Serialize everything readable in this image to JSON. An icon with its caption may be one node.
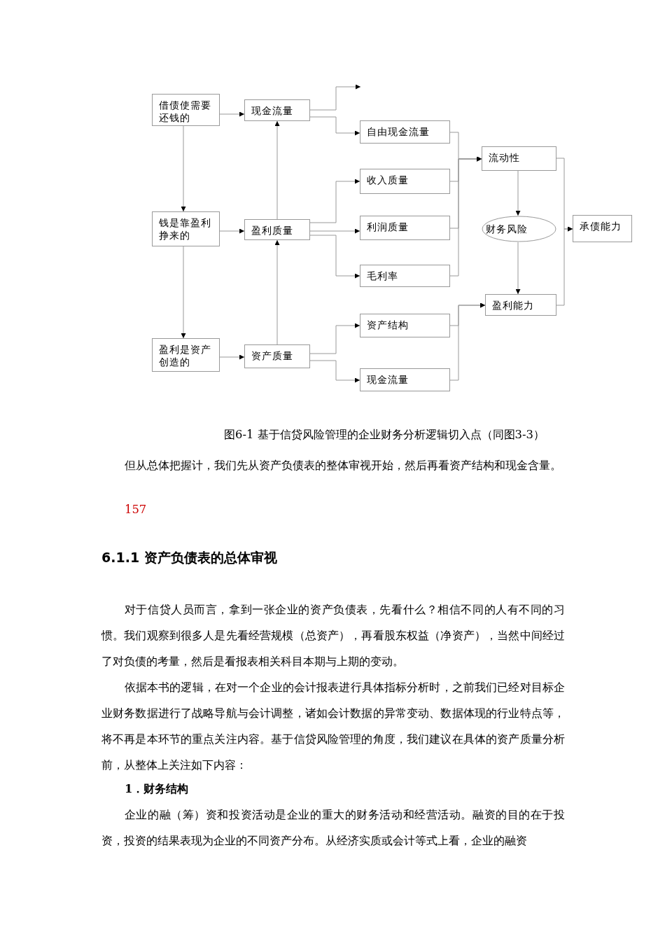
{
  "diagram": {
    "caption": "图6-1 基于信贷风险管理的企业财务分析逻辑切入点（同图3-3）",
    "nodes": [
      {
        "text": [
          "借债使需要还钱的"
        ]
      },
      {
        "text": [
          "现金流量"
        ]
      },
      {
        "text": [
          "自由现金流量"
        ]
      },
      {
        "text": [
          "钱是靠盈利挣来的"
        ]
      },
      {
        "text": [
          "盈利质量"
        ]
      },
      {
        "text": [
          "收入质量"
        ]
      },
      {
        "text": [
          "利润质量"
        ]
      },
      {
        "text": [
          "毛利率"
        ]
      },
      {
        "text": [
          "盈利是资产创造的"
        ]
      },
      {
        "text": [
          "资产质量"
        ]
      },
      {
        "text": [
          "资产结构"
        ]
      },
      {
        "text": [
          "现金流量"
        ]
      },
      {
        "text": [
          "流动性"
        ]
      },
      {
        "text": [
          "财务风险"
        ]
      },
      {
        "text": [
          "盈利能力"
        ]
      },
      {
        "text": [
          "承债能力"
        ]
      }
    ],
    "edges": [
      {
        "from": 0,
        "to": 1,
        "arrow": "to"
      },
      {
        "from": 0,
        "to": 3,
        "arrow": "to"
      },
      {
        "from": 3,
        "to": 8,
        "arrow": "to"
      },
      {
        "from": 3,
        "to": 4,
        "arrow": "to"
      },
      {
        "from": 8,
        "to": 9,
        "arrow": "to"
      },
      {
        "from": 4,
        "to": 1,
        "arrow": "to"
      },
      {
        "from": 9,
        "to": 4,
        "arrow": "to"
      },
      {
        "from": 1,
        "to": null,
        "arrow": "to"
      },
      {
        "from": 1,
        "to": 2,
        "arrow": "to"
      },
      {
        "from": 4,
        "to": 5,
        "arrow": "to"
      },
      {
        "from": 4,
        "to": 6,
        "arrow": "to"
      },
      {
        "from": 4,
        "to": 7,
        "arrow": "to"
      },
      {
        "from": 9,
        "to": 10,
        "arrow": "to"
      },
      {
        "from": 9,
        "to": 11,
        "arrow": "to"
      },
      {
        "from": 2,
        "to": 12,
        "arrow": "to"
      },
      {
        "from": 5,
        "to": 12,
        "arrow": "to"
      },
      {
        "from": 6,
        "to": 12,
        "arrow": "to"
      },
      {
        "from": 7,
        "to": 12,
        "arrow": "to"
      },
      {
        "from": 10,
        "to": 14,
        "arrow": "to"
      },
      {
        "from": 11,
        "to": 14,
        "arrow": "to"
      },
      {
        "from": 12,
        "to": 13,
        "arrow": "to"
      },
      {
        "from": 13,
        "to": 14,
        "arrow": "to"
      },
      {
        "from": 12,
        "to": 15,
        "arrow": "to"
      },
      {
        "from": 14,
        "to": 15,
        "arrow": "to"
      }
    ],
    "labels": [
      "但从总体把握计，我们先从资产负债表的整体审视开始，然后再看资产结构和现金含量。",
      "157",
      "6.1.1 资产负债表的总体审视",
      "对于信贷人员而言，拿到一张企业的资产负债表，先看什么？相信不同的人有不同的习惯。我们观察到很多人是先看经营规模（总资产），再看股东权益（净资产），当然中间经过了对负债的考量，然后是看报表相关科目本期与上期的变动。",
      "依据本书的逻辑，在对一个企业的会计报表进行具体指标分析时，之前我们已经对目标企业财务数据进行了战略导航与会计调整，诸如会计数据的异常变动、数据体现的行业特点等，将不再是本环节的重点关注内容。基于信贷风险管理的角度，我们建议在具体的资产质量分析前，从整体上关注如下内容：",
      "1．财务结构",
      "企业的融（筹）资和投资活动是企业的重大的财务活动和经营活动。融资的目的在于投资，投资的结果表现为企业的不同资产分布。从经济实质或会计等式上看，企业的融资"
    ]
  }
}
